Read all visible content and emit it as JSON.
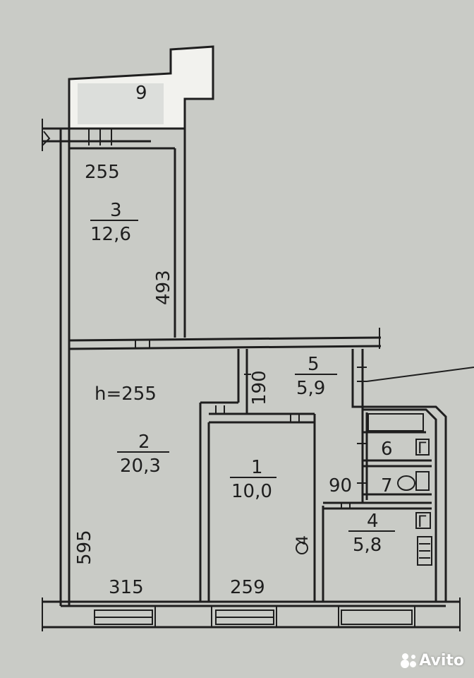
{
  "rooms": [
    {
      "id": "9",
      "label": "9"
    },
    {
      "id": "3",
      "label": "3",
      "area": "12,6"
    },
    {
      "id": "2",
      "label": "2",
      "area": "20,3"
    },
    {
      "id": "1",
      "label": "1",
      "area": "10,0"
    },
    {
      "id": "5",
      "label": "5",
      "area": "5,9"
    },
    {
      "id": "6",
      "label": "6"
    },
    {
      "id": "7",
      "label": "7"
    },
    {
      "id": "4",
      "label": "4",
      "area": "5,8"
    }
  ],
  "dimensions": {
    "room3_width": "255",
    "room3_length": "493",
    "ceiling_height": "h=255",
    "corridor_width": "190",
    "room2_length": "595",
    "room2_width": "315",
    "room1_width": "259",
    "bath_gap": "90"
  },
  "annotations": {
    "gas_mark": "Г",
    "stove_mark": "4"
  },
  "watermark": {
    "text": "Avito"
  }
}
